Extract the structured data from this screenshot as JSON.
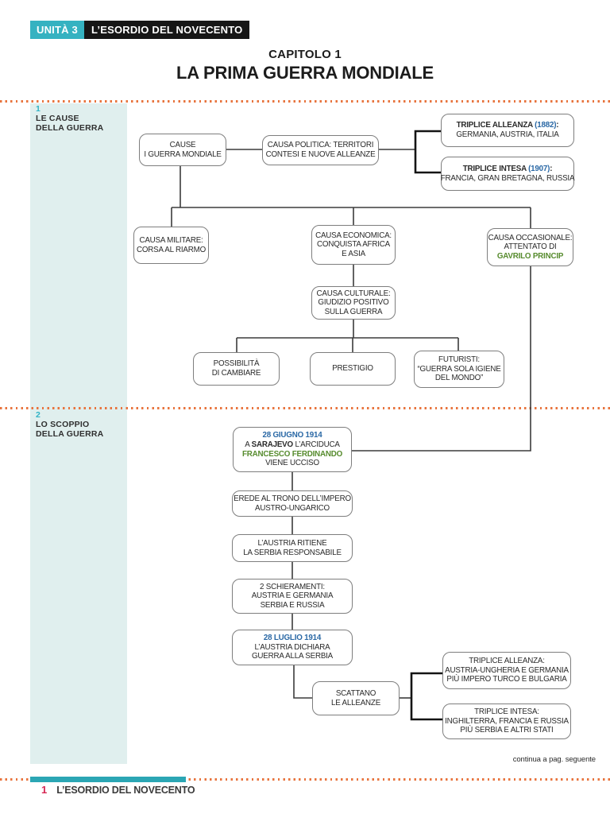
{
  "page": {
    "unit_badge": "UNITÀ 3",
    "unit_title": "L’ESORDIO DEL NOVECENTO",
    "chapter_label": "CAPITOLO 1",
    "chapter_title": "LA PRIMA GUERRA MONDIALE",
    "continue_note": "continua a pag. seguente",
    "footer_page": "1",
    "footer_title": "L’ESORDIO DEL NOVECENTO"
  },
  "sections": {
    "s1": {
      "number": "1",
      "line1": "LE CAUSE",
      "line2": "DELLA GUERRA"
    },
    "s2": {
      "number": "2",
      "line1": "LO SCOPPIO",
      "line2": "DELLA GUERRA"
    }
  },
  "nodes": {
    "cause": {
      "l1": "CAUSE",
      "l2": "I GUERRA MONDIALE"
    },
    "politica": {
      "l1": "CAUSA POLITICA: TERRITORI",
      "l2": "CONTESI E NUOVE ALLEANZE"
    },
    "alleanza1882": {
      "title": "TRIPLICE ALLEANZA ",
      "year": "(1882)",
      "colon": ":",
      "l2": "GERMANIA, AUSTRIA, ITALIA"
    },
    "intesa1907": {
      "title": "TRIPLICE INTESA ",
      "year": "(1907)",
      "colon": ":",
      "l2": "FRANCIA, GRAN BRETAGNA, RUSSIA"
    },
    "militare": {
      "l1": "CAUSA MILITARE:",
      "l2": "CORSA AL RIARMO"
    },
    "economica": {
      "l1": "CAUSA ECONOMICA:",
      "l2": "CONQUISTA AFRICA",
      "l3": "E ASIA"
    },
    "occasionale": {
      "l1": "CAUSA OCCASIONALE:",
      "l2": "ATTENTATO DI",
      "l3": "GAVRILO PRINCIP"
    },
    "culturale": {
      "l1": "CAUSA CULTURALE:",
      "l2": "GIUDIZIO POSITIVO",
      "l3": "SULLA GUERRA"
    },
    "possibilita": {
      "l1": "POSSIBILITÀ",
      "l2": "DI CAMBIARE"
    },
    "prestigio": {
      "l1": "PRESTIGIO"
    },
    "futuristi": {
      "l1": "FUTURISTI:",
      "l2": "“GUERRA SOLA IGIENE",
      "l3": "DEL MONDO”"
    },
    "sarajevo": {
      "date": "28 GIUGNO 1914",
      "pre": "A ",
      "place": "SARAJEVO",
      "post": " L’ARCIDUCA",
      "name": "FRANCESCO FERDINANDO",
      "l4": "VIENE UCCISO"
    },
    "erede": {
      "l1": "EREDE AL TRONO DELL’IMPERO",
      "l2": "AUSTRO-UNGARICO"
    },
    "austria": {
      "l1": "L’AUSTRIA RITIENE",
      "l2": "LA SERBIA RESPONSABILE"
    },
    "schieramenti": {
      "l1": "2 SCHIERAMENTI:",
      "l2": "AUSTRIA E GERMANIA",
      "l3": "SERBIA E RUSSIA"
    },
    "luglio": {
      "date": "28 LUGLIO 1914",
      "l2": "L’AUSTRIA DICHIARA",
      "l3": "GUERRA ALLA SERBIA"
    },
    "scattano": {
      "l1": "SCATTANO",
      "l2": "LE ALLEANZE"
    },
    "alleanza2": {
      "l1": "TRIPLICE ALLEANZA:",
      "l2": "AUSTRIA-UNGHERIA E GERMANIA",
      "l3": "PIÙ IMPERO TURCO E BULGARIA"
    },
    "intesa2": {
      "l1": "TRIPLICE INTESA:",
      "l2": "INGHILTERRA, FRANCIA E RUSSIA",
      "l3": "PIÙ SERBIA E ALTRI STATI"
    }
  },
  "colors": {
    "accent_teal": "#35b2c1",
    "badge_black": "#161616",
    "sidebar_bg": "#e0efee",
    "section_number_cyan": "#2fb3c5",
    "dotted_orange": "#e8743e",
    "date_blue": "#2a68a5",
    "name_green": "#568b2d",
    "footer_red": "#d62753",
    "footer_bar_teal": "#2ba6b4",
    "box_border_gray": "#7e7e7e"
  }
}
